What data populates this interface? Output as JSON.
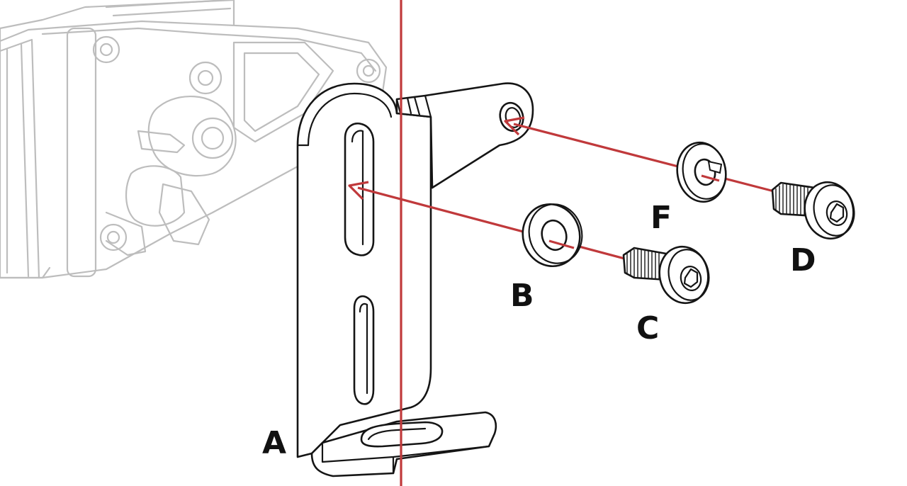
{
  "labels": {
    "a": "A",
    "b": "B",
    "c": "C",
    "d": "D",
    "f": "F"
  },
  "colors": {
    "guide": "#c0393b",
    "ink": "#151515",
    "ghost": "#bdbdbd",
    "background": "#ffffff"
  },
  "icons": {
    "bracket": "l-bracket-icon",
    "washer": "flat-washer-icon",
    "lock_washer": "split-lock-washer-icon",
    "screw": "button-head-hex-screw-icon",
    "light": "light-housing-icon"
  }
}
